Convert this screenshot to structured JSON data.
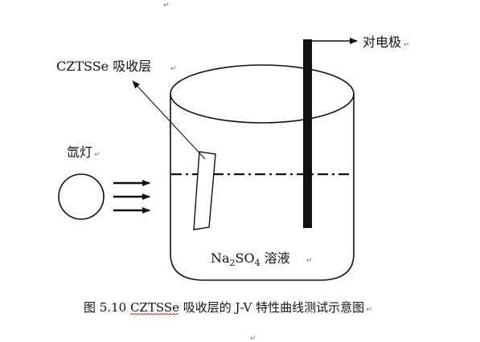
{
  "labels": {
    "counter_electrode": "对电极",
    "absorber": "CZTSSe 吸收层",
    "lamp": "氙灯",
    "electrolyte_main": "Na",
    "electrolyte_sub1": "2",
    "electrolyte_mid": "SO",
    "electrolyte_sub2": "4",
    "electrolyte_tail": " 溶液"
  },
  "caption": {
    "prefix": "图 5.10 ",
    "underlined": "CZTSSe",
    "suffix": " 吸收层的 J-V 特性曲线测试示意图"
  },
  "marks": {
    "paragraph": "↵"
  },
  "colors": {
    "ink": "#111111",
    "spell_underline": "#e0302a",
    "paragraph_mark": "#777777"
  }
}
